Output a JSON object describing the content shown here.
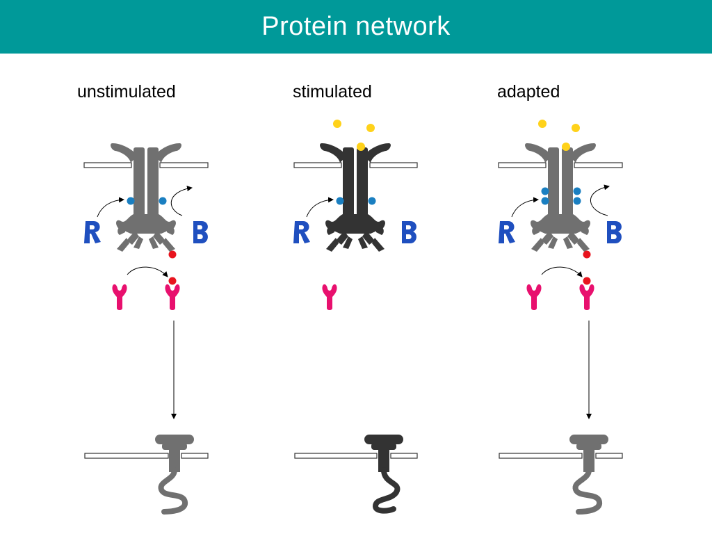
{
  "title": "Protein network",
  "panels": [
    {
      "label": "unstimulated"
    },
    {
      "label": "stimulated"
    },
    {
      "label": "adapted"
    }
  ],
  "colors": {
    "header": "#009999",
    "receptor_normal": "#707070",
    "receptor_active": "#333333",
    "protein_R": "#1f4fbf",
    "protein_B": "#1f4fbf",
    "protein_Y": "#e8106e",
    "ligand": "#ffd21a",
    "methyl": "#1a7fc1",
    "phosphate": "#e8141e",
    "membrane_fill": "#ffffff"
  },
  "glyphs": {
    "R": "R",
    "B": "B",
    "Y": "Y"
  }
}
